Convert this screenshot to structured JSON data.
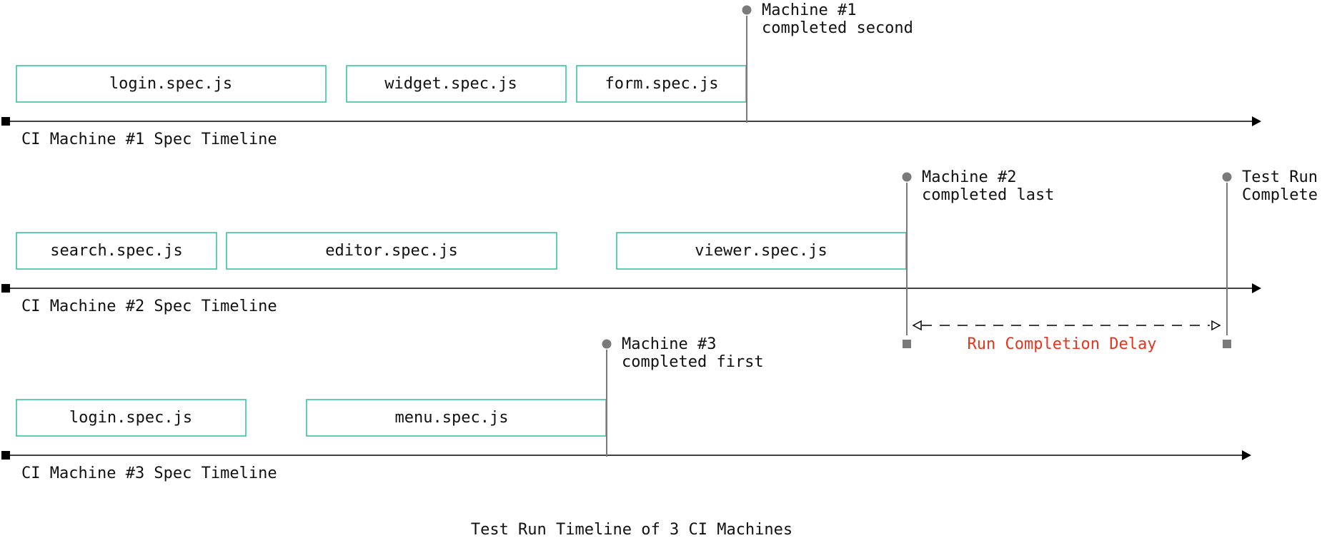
{
  "title": "Test Run Timeline of 3 CI Machines",
  "colors": {
    "spec_box": "#2fbf98",
    "axis": "#000000",
    "marker": "#7a7a7a",
    "delay_label": "#e8341c",
    "text": "#111111"
  },
  "timelines": [
    {
      "label": "CI Machine #1 Spec Timeline",
      "specs": [
        "login.spec.js",
        "widget.spec.js",
        "form.spec.js"
      ],
      "marker": {
        "line1": "Machine #1",
        "line2": "completed second"
      }
    },
    {
      "label": "CI Machine #2 Spec Timeline",
      "specs": [
        "search.spec.js",
        "editor.spec.js",
        "viewer.spec.js"
      ],
      "marker": {
        "line1": "Machine #2",
        "line2": "completed last"
      }
    },
    {
      "label": "CI Machine #3 Spec Timeline",
      "specs": [
        "login.spec.js",
        "menu.spec.js"
      ],
      "marker": {
        "line1": "Machine #3",
        "line2": "completed first"
      }
    }
  ],
  "run_complete": {
    "line1": "Test Run",
    "line2": "Complete"
  },
  "delay": {
    "label": "Run Completion Delay"
  }
}
